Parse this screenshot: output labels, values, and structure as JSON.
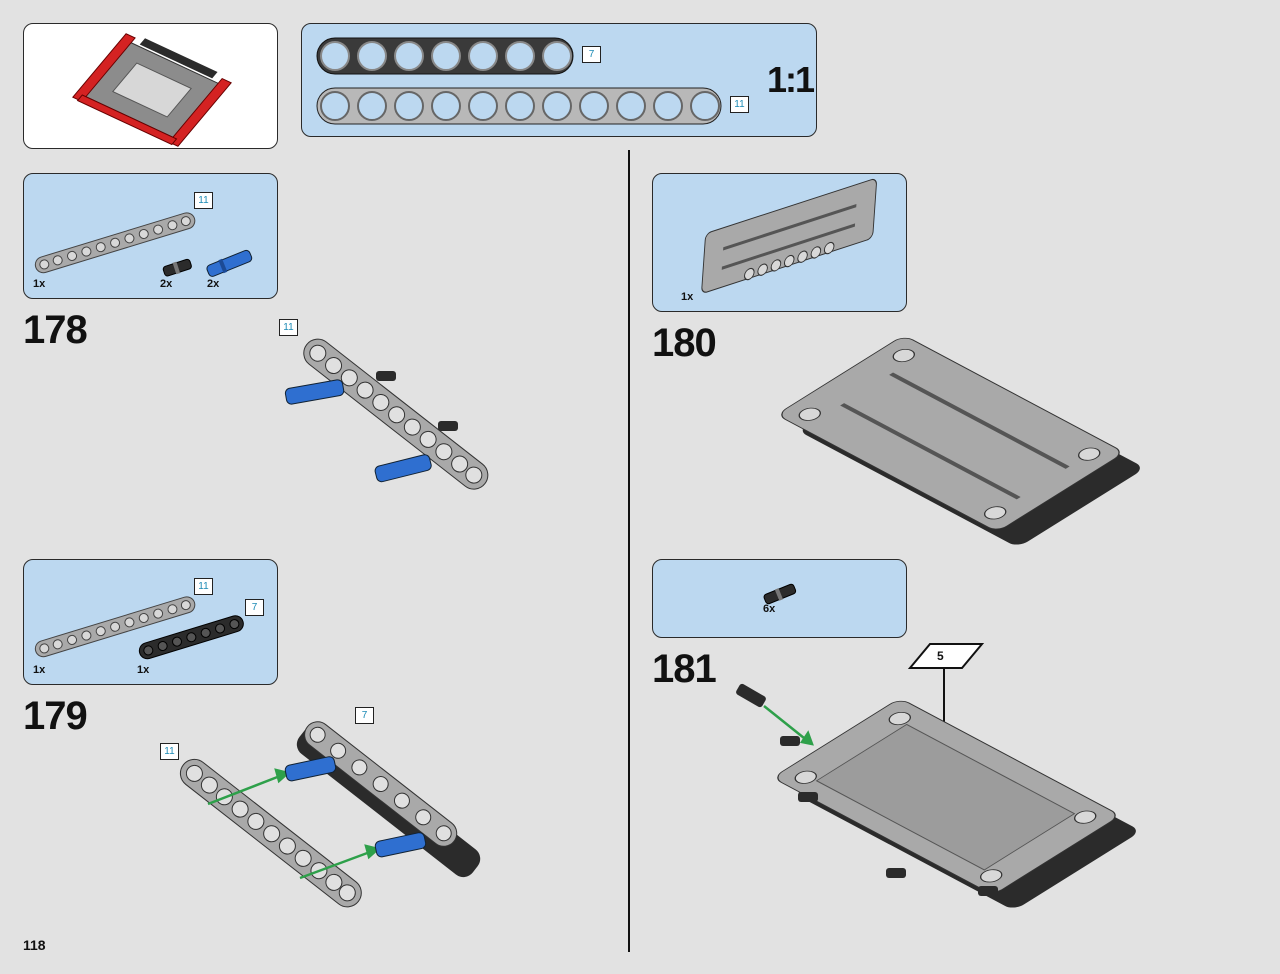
{
  "page_number": "118",
  "scale_label": "1:1",
  "reference_ruler": {
    "beam_lengths": [
      "7",
      "11"
    ]
  },
  "steps": [
    {
      "number": "178",
      "parts": [
        {
          "qty": "1x",
          "length": "11"
        },
        {
          "qty": "2x"
        },
        {
          "qty": "2x"
        }
      ],
      "callouts": [
        "11"
      ]
    },
    {
      "number": "179",
      "parts": [
        {
          "qty": "1x",
          "length": "11"
        },
        {
          "qty": "1x",
          "length": "7"
        }
      ],
      "callouts": [
        "7",
        "11"
      ]
    },
    {
      "number": "180",
      "parts": [
        {
          "qty": "1x"
        }
      ]
    },
    {
      "number": "181",
      "parts": [
        {
          "qty": "6x"
        }
      ],
      "sticker_label": "5"
    }
  ],
  "colors": {
    "panel_blue": "#bcd8f0",
    "light_grey_part": "#a9a9a9",
    "dark_part": "#2b2b2b",
    "blue_pin": "#2f6fd0",
    "red_part": "#d42222",
    "arrow_green": "#2ea04a"
  }
}
